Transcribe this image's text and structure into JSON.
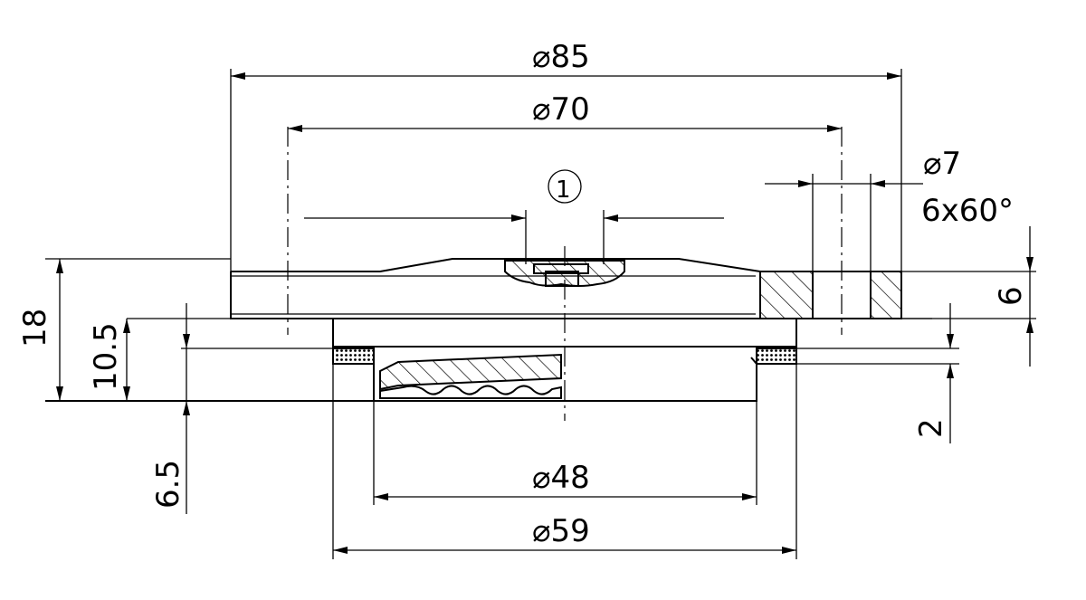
{
  "dimensions": {
    "dia_85": "⌀85",
    "dia_70": "⌀70",
    "dia_7": "⌀7",
    "holes": "6x60°",
    "dia_48": "⌀48",
    "dia_59": "⌀59",
    "h_18": "18",
    "h_10_5": "10.5",
    "h_6_5": "6.5",
    "h_6": "6",
    "h_2": "2"
  },
  "callout": {
    "number": "1"
  }
}
